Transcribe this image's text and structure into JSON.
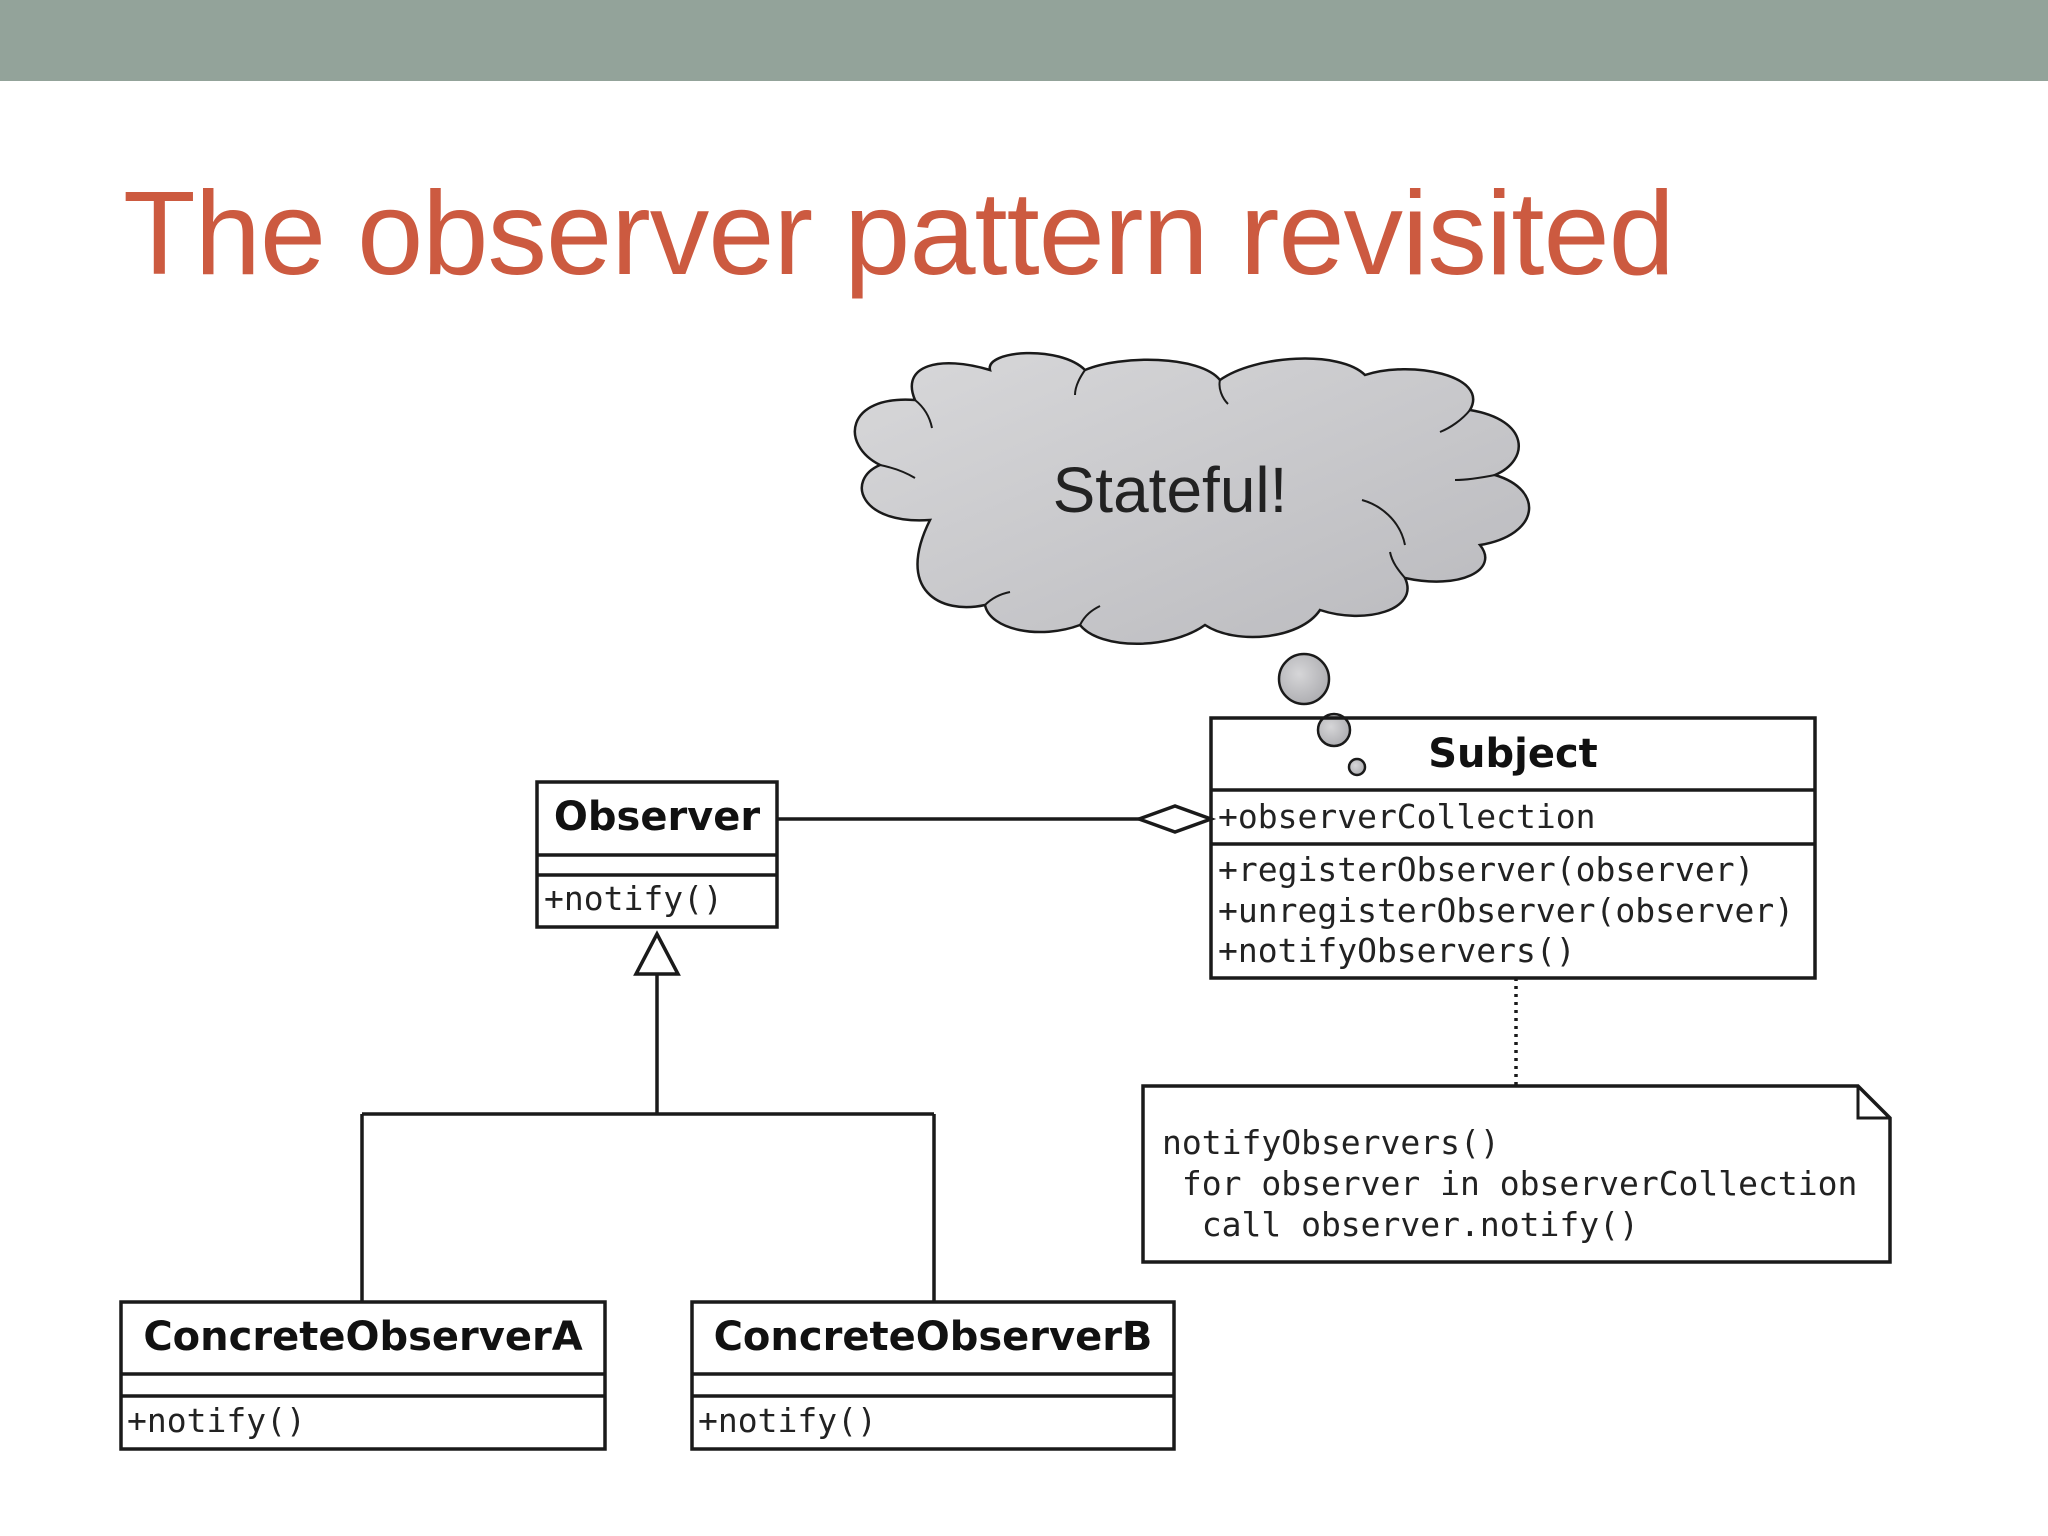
{
  "slide": {
    "title": "The observer pattern revisited"
  },
  "thought_bubble": {
    "text": "Stateful!"
  },
  "classes": {
    "subject": {
      "name": "Subject",
      "attributes": [
        "+observerCollection"
      ],
      "operations": [
        "+registerObserver(observer)",
        "+unregisterObserver(observer)",
        "+notifyObservers()"
      ]
    },
    "observer": {
      "name": "Observer",
      "operations": [
        "+notify()"
      ]
    },
    "concrete_a": {
      "name": "ConcreteObserverA",
      "operations": [
        "+notify()"
      ]
    },
    "concrete_b": {
      "name": "ConcreteObserverB",
      "operations": [
        "+notify()"
      ]
    }
  },
  "note": {
    "lines": [
      "notifyObservers()",
      " for observer in observerCollection",
      "  call observer.notify()"
    ]
  },
  "colors": {
    "topbar": "#93a39a",
    "title": "#cc5a40",
    "cloud_fill": "#c6c6ca",
    "line": "#1a1a1a"
  }
}
